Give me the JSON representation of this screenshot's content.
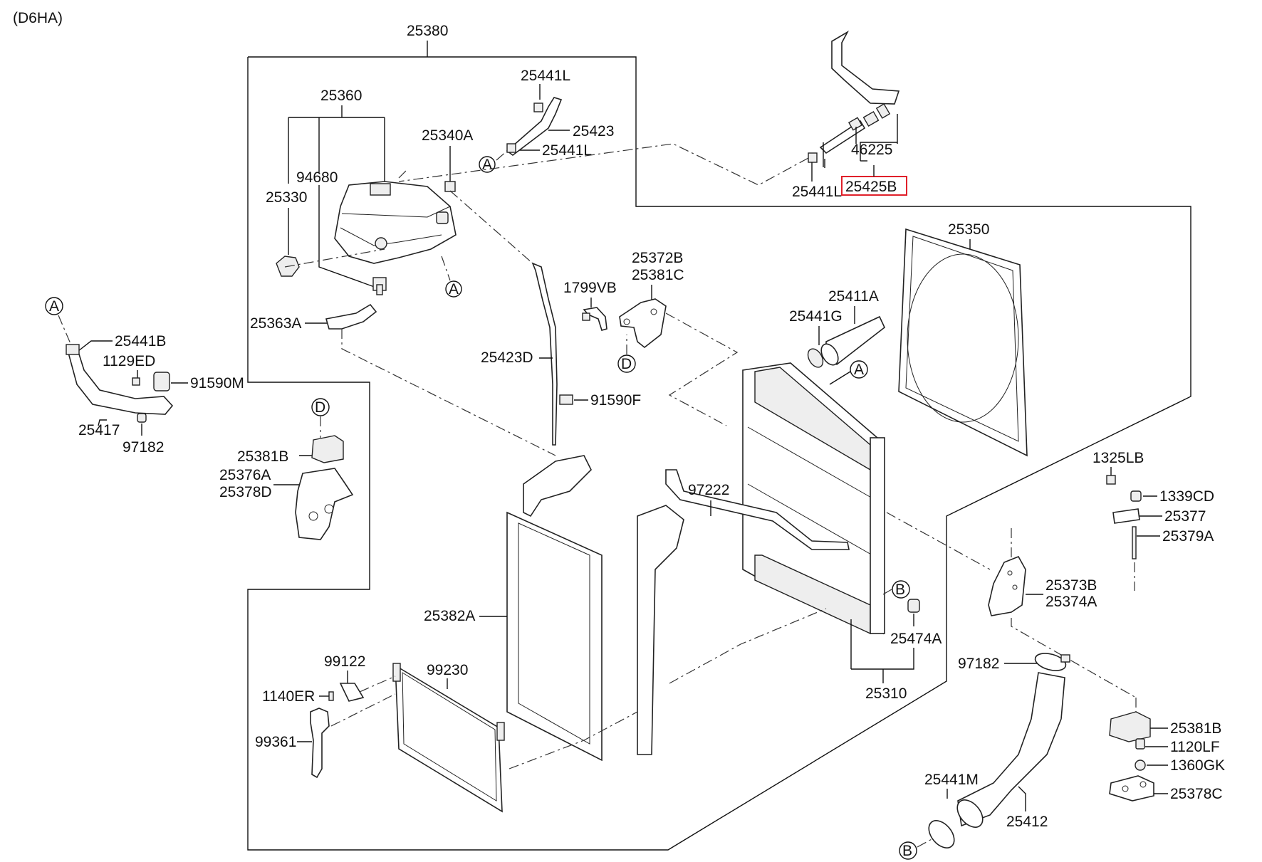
{
  "engine_code": "(D6HA)",
  "labels": {
    "l25380": "25380",
    "l25360": "25360",
    "l25441L_a": "25441L",
    "l25423": "25423",
    "l25340A": "25340A",
    "l25441L_b": "25441L",
    "l94680": "94680",
    "l25330": "25330",
    "l46225": "46225",
    "l25441L_c": "25441L",
    "l25425B": "25425B",
    "l25350": "25350",
    "l25372B": "25372B",
    "l25381C": "25381C",
    "l1799VB": "1799VB",
    "l25411A": "25411A",
    "l25441G": "25441G",
    "l25363A": "25363A",
    "l25423D": "25423D",
    "l25441B": "25441B",
    "l1129ED": "1129ED",
    "l91590M": "91590M",
    "l25417": "25417",
    "l97182_a": "97182",
    "l91590F": "91590F",
    "l25381B_a": "25381B",
    "l25376A": "25376A",
    "l25378D": "25378D",
    "l97222": "97222",
    "l1325LB": "1325LB",
    "l1339CD": "1339CD",
    "l25377": "25377",
    "l25379A": "25379A",
    "l25373B": "25373B",
    "l25374A": "25374A",
    "l25382A": "25382A",
    "l25474A": "25474A",
    "l97182_b": "97182",
    "l25310": "25310",
    "l99122": "99122",
    "l99230": "99230",
    "l1140ER": "1140ER",
    "l99361": "99361",
    "l25381B_b": "25381B",
    "l1120LF": "1120LF",
    "l1360GK": "1360GK",
    "l25378C": "25378C",
    "l25441M": "25441M",
    "l25412": "25412"
  },
  "markers": {
    "A": "A",
    "B": "B",
    "D": "D"
  },
  "highlight_color": "#e0202a",
  "highlighted_part": "25425B"
}
